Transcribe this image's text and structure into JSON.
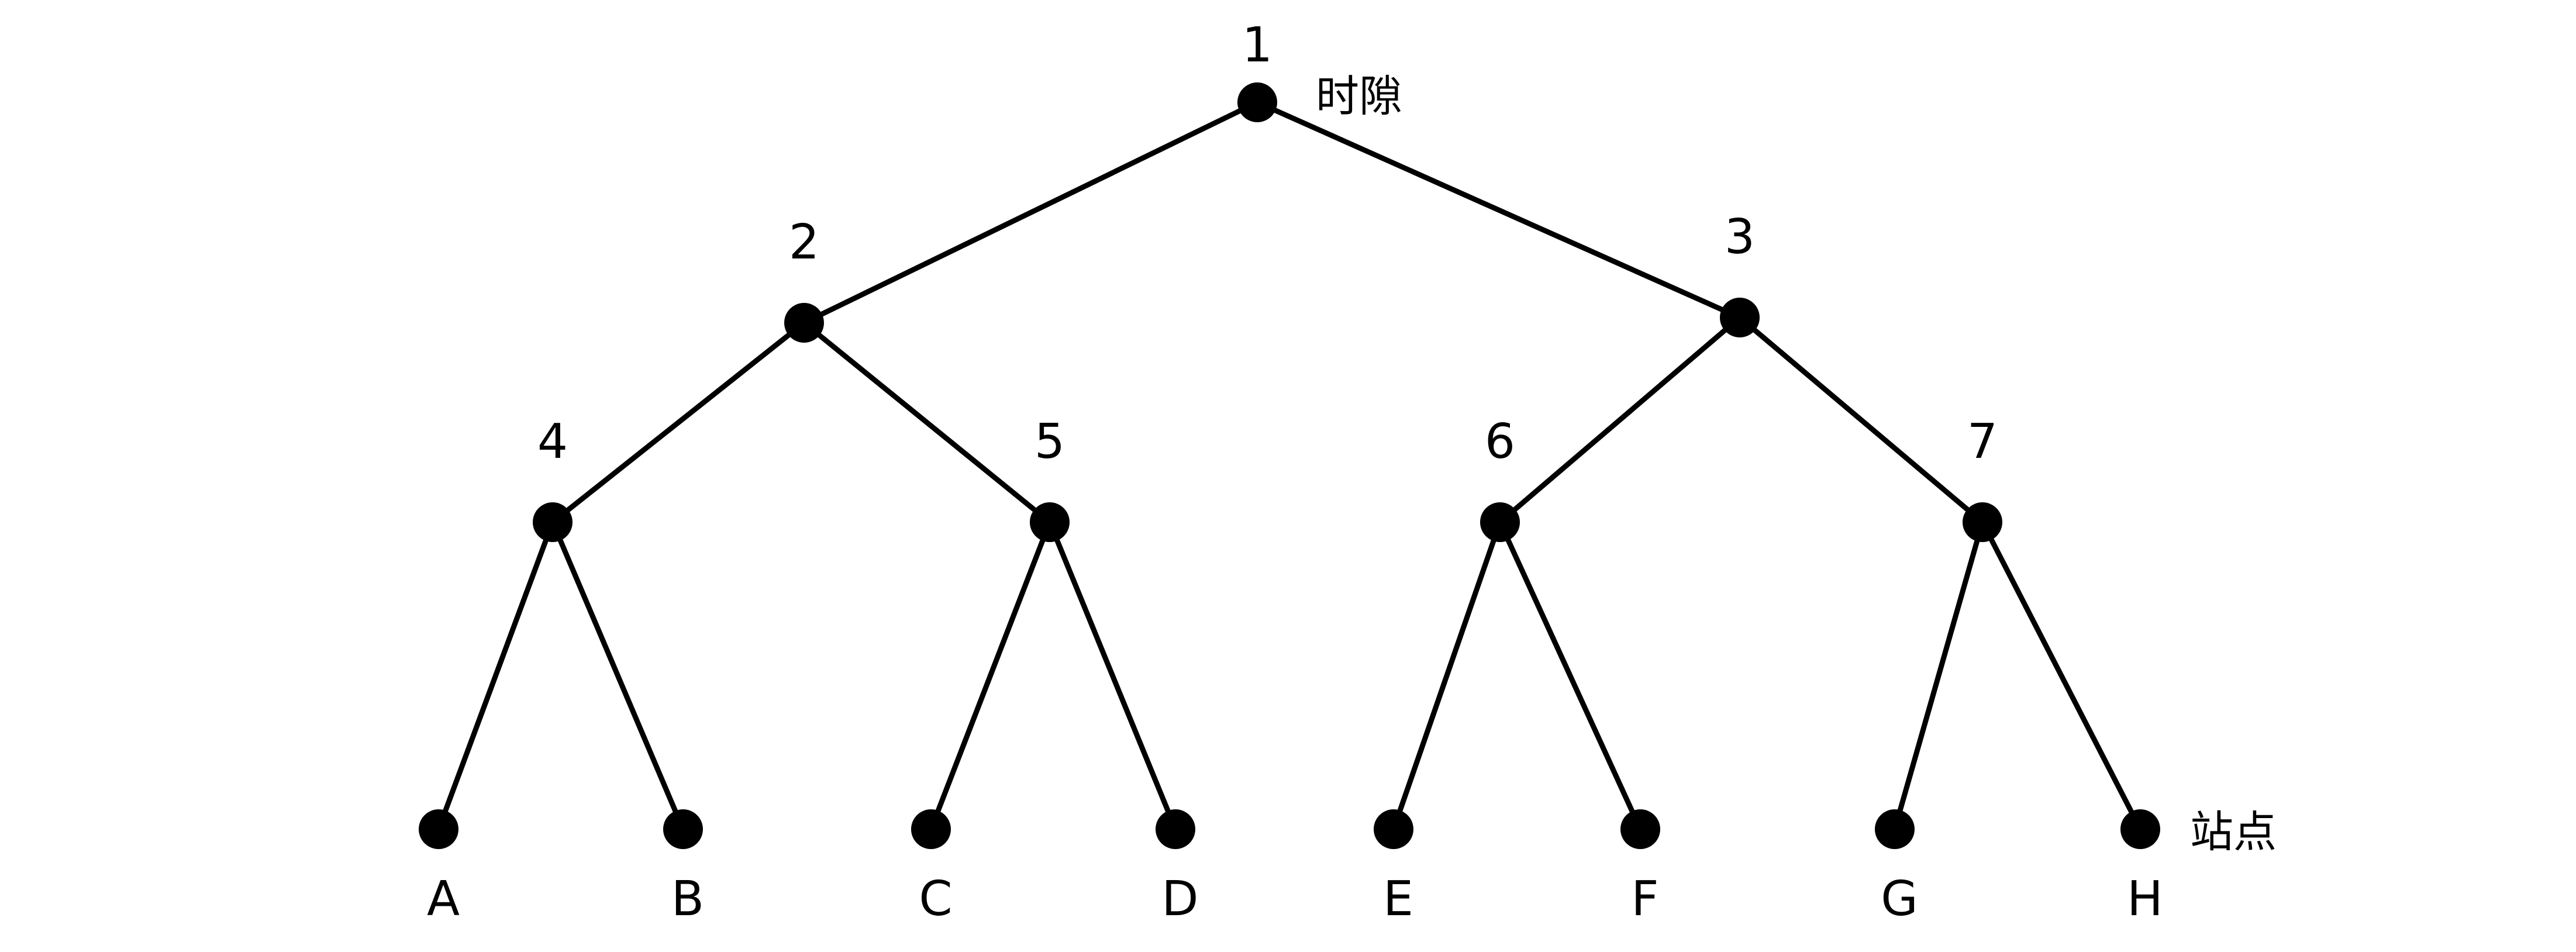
{
  "tree": {
    "legend": {
      "slot_label": "时隙",
      "station_label": "站点"
    },
    "internal_nodes": [
      {
        "id": "1"
      },
      {
        "id": "2"
      },
      {
        "id": "3"
      },
      {
        "id": "4"
      },
      {
        "id": "5"
      },
      {
        "id": "6"
      },
      {
        "id": "7"
      }
    ],
    "stations": [
      {
        "id": "A"
      },
      {
        "id": "B"
      },
      {
        "id": "C"
      },
      {
        "id": "D"
      },
      {
        "id": "E"
      },
      {
        "id": "F"
      },
      {
        "id": "G"
      },
      {
        "id": "H"
      }
    ],
    "edges": [
      [
        "1",
        "2"
      ],
      [
        "1",
        "3"
      ],
      [
        "2",
        "4"
      ],
      [
        "2",
        "5"
      ],
      [
        "3",
        "6"
      ],
      [
        "3",
        "7"
      ],
      [
        "4",
        "A"
      ],
      [
        "4",
        "B"
      ],
      [
        "5",
        "C"
      ],
      [
        "5",
        "D"
      ],
      [
        "6",
        "E"
      ],
      [
        "6",
        "F"
      ],
      [
        "7",
        "G"
      ],
      [
        "7",
        "H"
      ]
    ]
  }
}
